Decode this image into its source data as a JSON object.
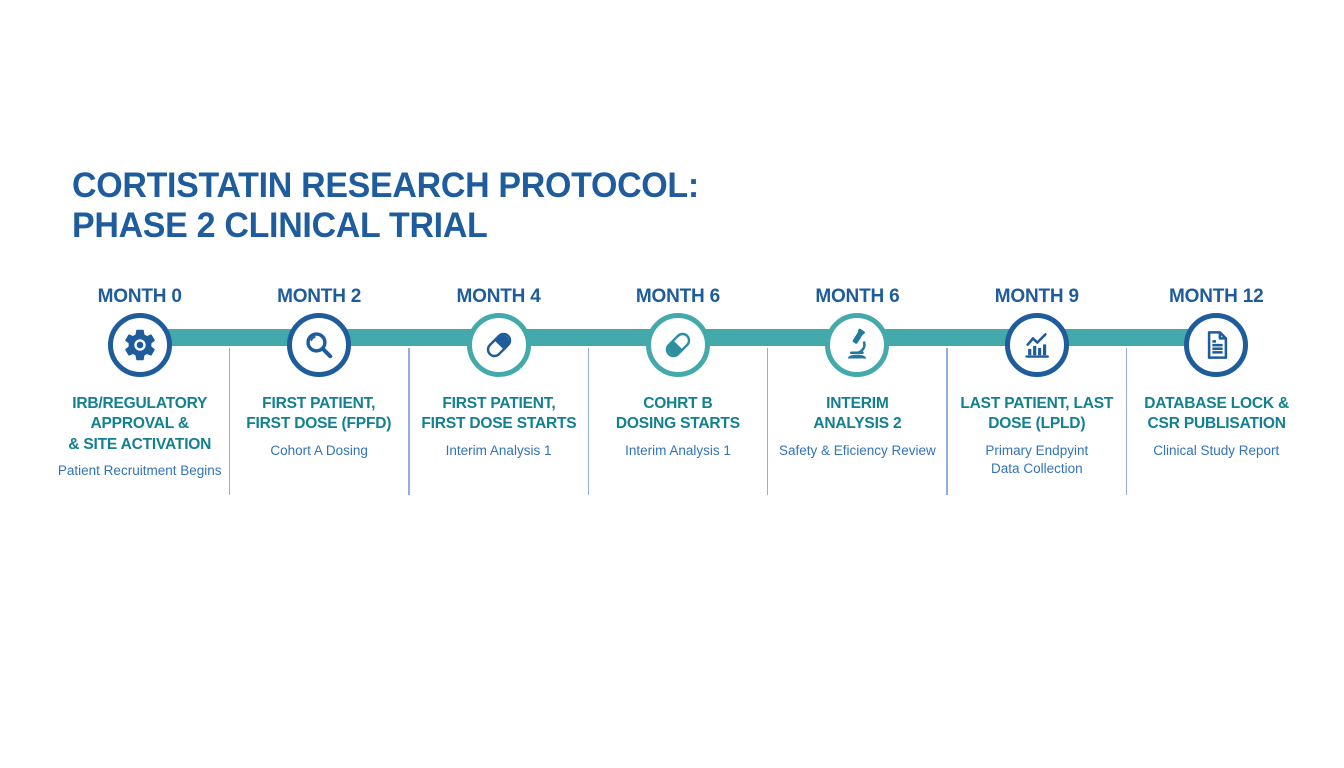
{
  "header": {
    "title_line1": "CORTISTATIN RESEARCH PROTOCOL:",
    "title_line2": "PHASE 2 CLINICAL TRIAL"
  },
  "colors": {
    "dark_blue": "#1e5c9c",
    "timeline_teal": "#43a9ab",
    "icon_teal": "#2d8fa0",
    "milestone_title_teal": "#13808f",
    "subtitle_blue": "#3273b9",
    "divider_blue": "#7fa0d2",
    "background": "#ffffff"
  },
  "timeline": {
    "milestones": [
      {
        "month_label": "MONTH 0",
        "icon": "gear-icon",
        "accent": "blue",
        "title": "IRB/REGULATORY\nAPPROVAL &\n& SITE ACTIVATION",
        "subtitle": "Patient Recruitment Begins"
      },
      {
        "month_label": "MONTH 2",
        "icon": "magnifier-icon",
        "accent": "blue",
        "title": "FIRST PATIENT,\nFIRST DOSE (FPFD)",
        "subtitle": "Cohort A Dosing"
      },
      {
        "month_label": "MONTH 4",
        "icon": "capsule-blue-icon",
        "accent": "teal",
        "title": "FIRST PATIENT,\nFIRST DOSE STARTS",
        "subtitle": "Interim Analysis 1"
      },
      {
        "month_label": "MONTH 6",
        "icon": "capsule-teal-icon",
        "accent": "teal",
        "title": "COHRT B\nDOSING STARTS",
        "subtitle": "Interim Analysis 1"
      },
      {
        "month_label": "MONTH 6",
        "icon": "microscope-icon",
        "accent": "teal",
        "title": "INTERIM\nANALYSIS 2",
        "subtitle": "Safety & Eficiency Review"
      },
      {
        "month_label": "MONTH 9",
        "icon": "chart-icon",
        "accent": "blue",
        "title": "LAST PATIENT, LAST\nDOSE (LPLD)",
        "subtitle": "Primary Endpyint\nData Collection"
      },
      {
        "month_label": "MONTH 12",
        "icon": "document-icon",
        "accent": "blue",
        "title": "DATABASE LOCK &\nCSR PUBLISATION",
        "subtitle": "Clinical Study Report"
      }
    ]
  }
}
